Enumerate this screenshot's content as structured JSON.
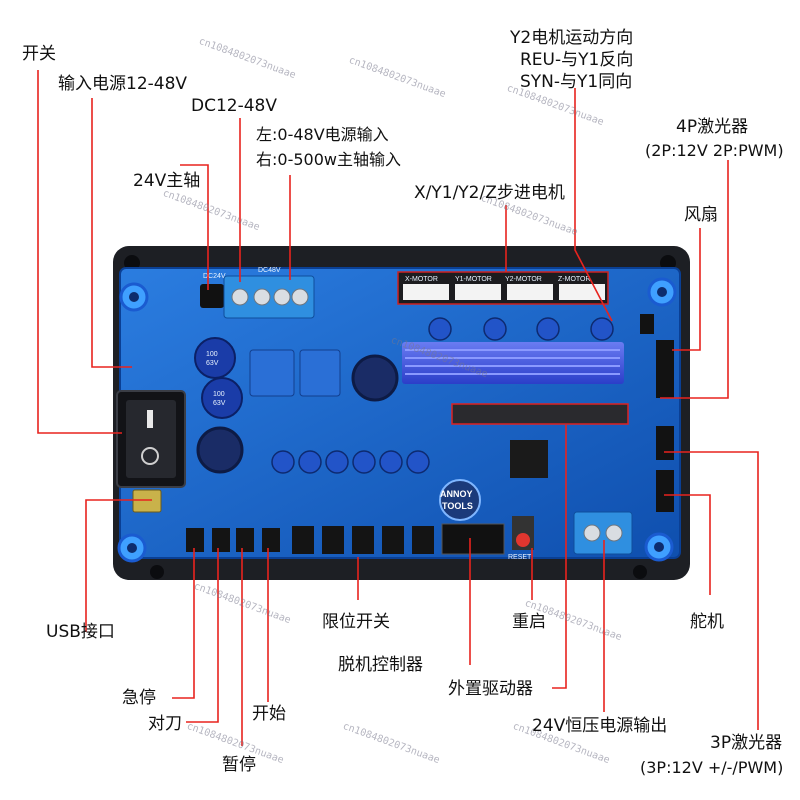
{
  "callouts": {
    "switch": "开关",
    "power_input": "输入电源12-48V",
    "dc_input": "DC12-48V",
    "terminal_left": "左:0-48V电源输入",
    "terminal_right": "右:0-500w主轴输入",
    "spindle_24v": "24V主轴",
    "stepper": "X/Y1/Y2/Z步进电机",
    "y2_direction_title": "Y2电机运动方向",
    "y2_reu": "REU-与Y1反向",
    "y2_syn": "SYN-与Y1同向",
    "laser_4p_title": "4P激光器",
    "laser_4p_spec": "(2P:12V 2P:PWM)",
    "fan": "风扇",
    "usb": "USB接口",
    "limit_switch": "限位开关",
    "reset": "重启",
    "offline_controller": "脱机控制器",
    "external_driver": "外置驱动器",
    "servo": "舵机",
    "estop": "急停",
    "tool_setting": "对刀",
    "start": "开始",
    "pause": "暂停",
    "psu_24v": "24V恒压电源输出",
    "laser_3p_title": "3P激光器",
    "laser_3p_spec": "(3P:12V +/-/PWM)"
  },
  "board": {
    "logo_line1": "ANNOY",
    "logo_line2": "TOOLS",
    "silk_dc48v": "DC48V",
    "silk_24v": "DC24V",
    "motor_x": "X-MOTOR",
    "motor_y1": "Y1-MOTOR",
    "motor_y2": "Y2-MOTOR",
    "motor_z": "Z-MOTOR",
    "cap1_line1": "100",
    "cap1_line2": "63V",
    "cap2_line1": "100",
    "cap2_line2": "63V",
    "reset_silk": "RESET",
    "colors": {
      "board": "#1760c8",
      "plate": "#1d1f24",
      "callout": "#e8231e"
    }
  },
  "watermark": "cn1084802073nuaae"
}
